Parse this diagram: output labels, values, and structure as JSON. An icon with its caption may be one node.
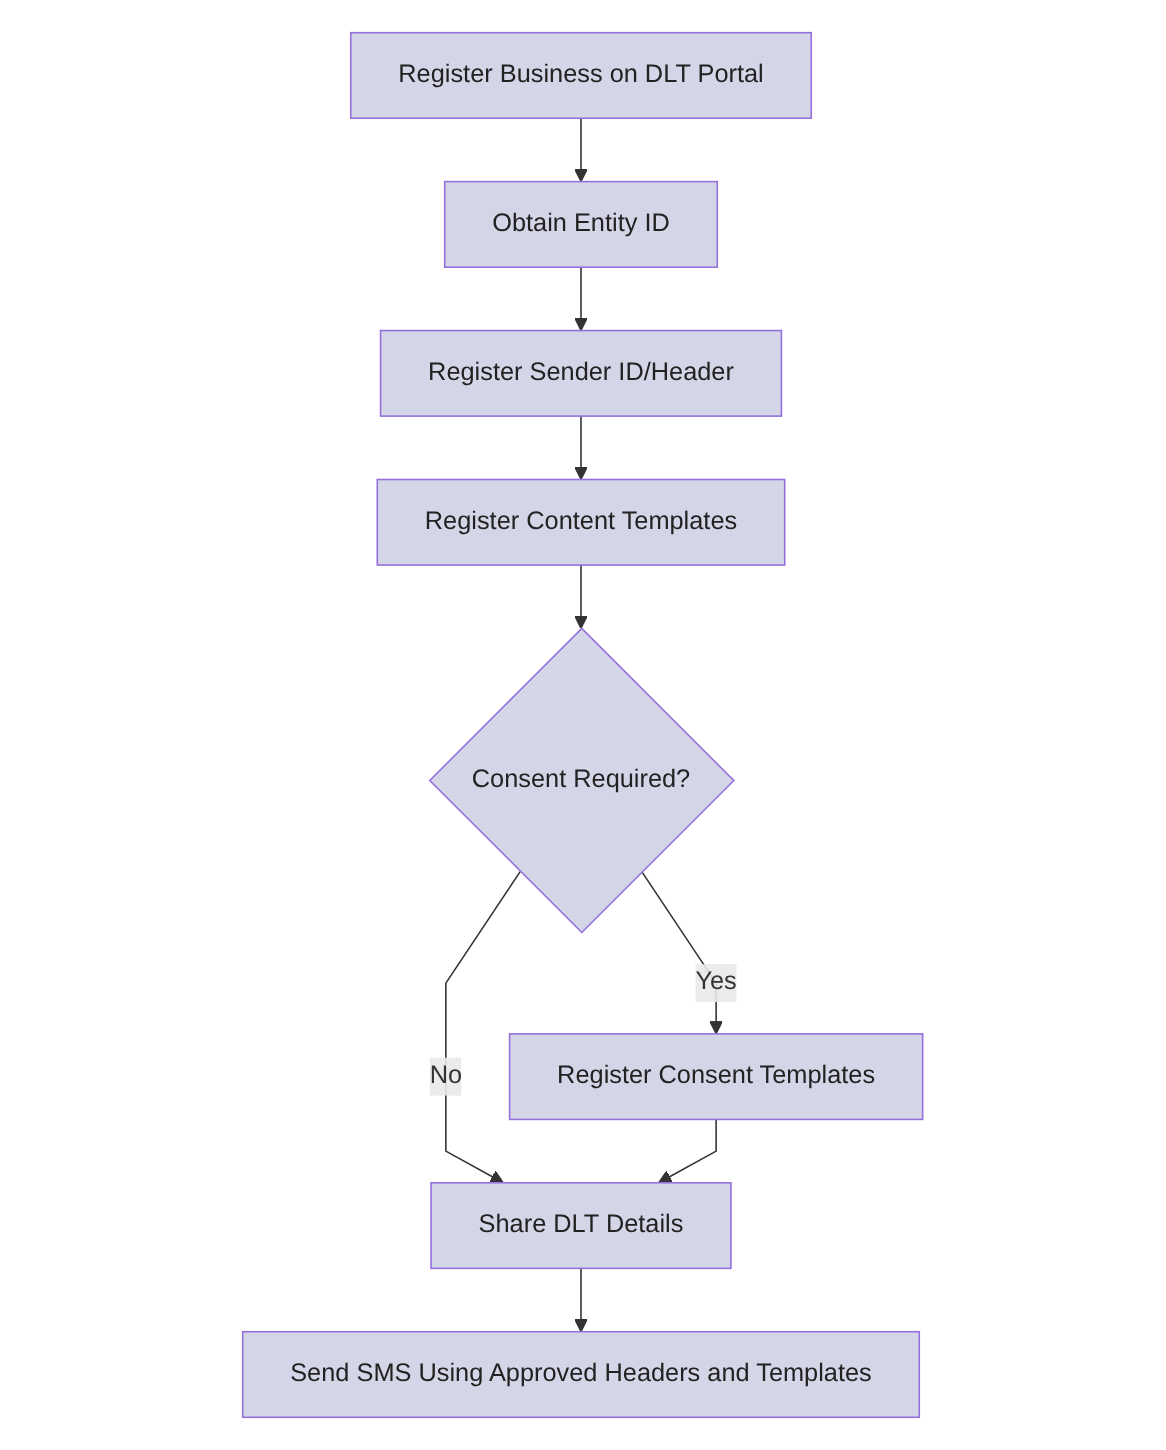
{
  "diagram": {
    "nodes": [
      {
        "text": [
          "Register Business on DLT Portal"
        ]
      },
      {
        "text": [
          "Obtain Entity ID"
        ]
      },
      {
        "text": [
          "Register Sender ID/Header"
        ]
      },
      {
        "text": [
          "Register Content Templates"
        ]
      },
      {
        "text": [
          "Consent Required?"
        ]
      },
      {
        "text": [
          "Register Consent Templates"
        ]
      },
      {
        "text": [
          "Share DLT Details"
        ]
      },
      {
        "text": [
          "Send SMS Using Approved Headers and Templates"
        ]
      }
    ],
    "edges": [
      {
        "from": 0,
        "to": 1,
        "arrow": "to"
      },
      {
        "from": 1,
        "to": 2,
        "arrow": "to"
      },
      {
        "from": 2,
        "to": 3,
        "arrow": "to"
      },
      {
        "from": 3,
        "to": 4,
        "arrow": "to"
      },
      {
        "from": 4,
        "to": 5,
        "arrow": "to",
        "label": "Yes"
      },
      {
        "from": 4,
        "to": 6,
        "arrow": "to",
        "label": "No"
      },
      {
        "from": 5,
        "to": 6,
        "arrow": "to"
      },
      {
        "from": 6,
        "to": 7,
        "arrow": "to"
      }
    ]
  }
}
